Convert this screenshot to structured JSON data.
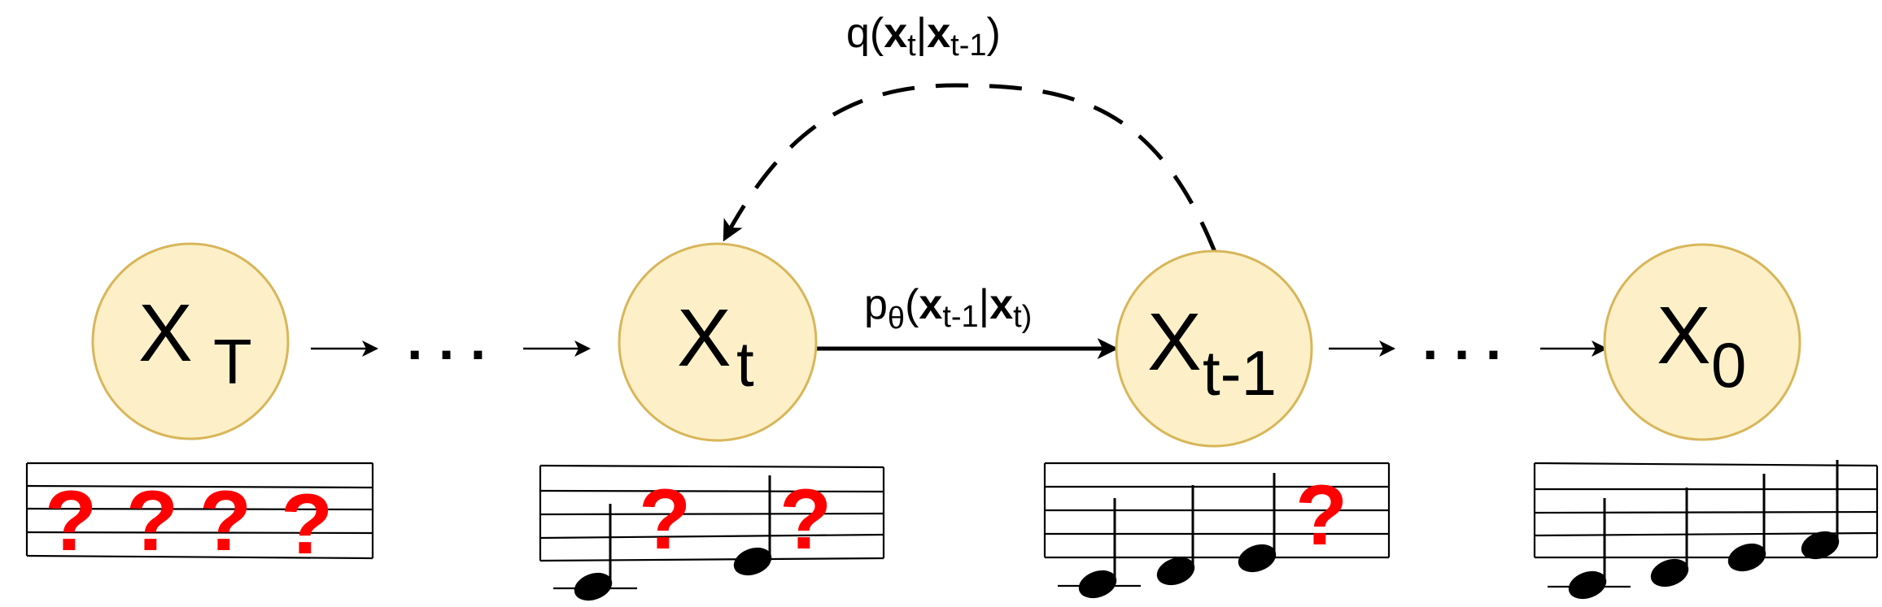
{
  "nodes": [
    {
      "id": "xT",
      "base": "X",
      "sub": "T"
    },
    {
      "id": "xt",
      "base": "X",
      "sub": "t"
    },
    {
      "id": "xtm1",
      "base": "X",
      "sub": "t-1"
    },
    {
      "id": "x0",
      "base": "X",
      "sub": "0"
    }
  ],
  "ellipsis": ". . .",
  "ellipsis_left": ". . .",
  "ellipsis_right": ". . .",
  "forward_label": {
    "p": "p",
    "theta": "θ",
    "open": "(",
    "x1": "x",
    "x1_sub": "t-1",
    "bar": "|",
    "x2": "x",
    "x2_sub": "t)"
  },
  "reverse_label": {
    "q": "q(",
    "x1": "x",
    "x1_sub": "t",
    "bar": "|",
    "x2": "x",
    "x2_sub": "t-1",
    "close": ")"
  },
  "unknown_mark": "?",
  "colors": {
    "node_fill": "#fdf0c8",
    "node_stroke": "#d8b65a",
    "unknown_mark": "#ff0000"
  }
}
